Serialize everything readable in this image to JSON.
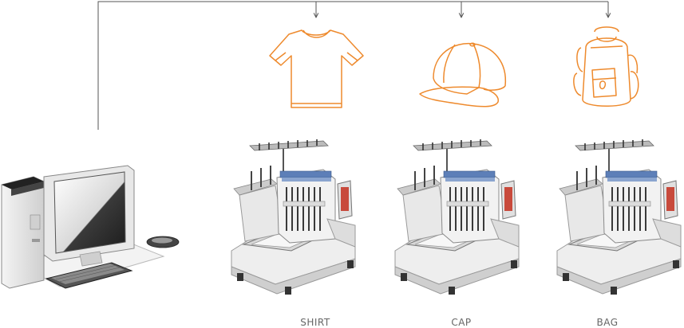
{
  "captions": [
    "SHIRT",
    "CAP",
    "BAG"
  ],
  "icons": [
    "computer-icon",
    "shirt-icon",
    "cap-icon",
    "backpack-icon",
    "embroidery-machine-icon"
  ],
  "colors": {
    "line": "#555555",
    "icon_orange": "#ee8a2d",
    "machine_dark": "#333333",
    "machine_light": "#e6e6e6",
    "machine_blue": "#5d7fb8",
    "screen_red": "#c84a3c",
    "caption": "#666666"
  }
}
